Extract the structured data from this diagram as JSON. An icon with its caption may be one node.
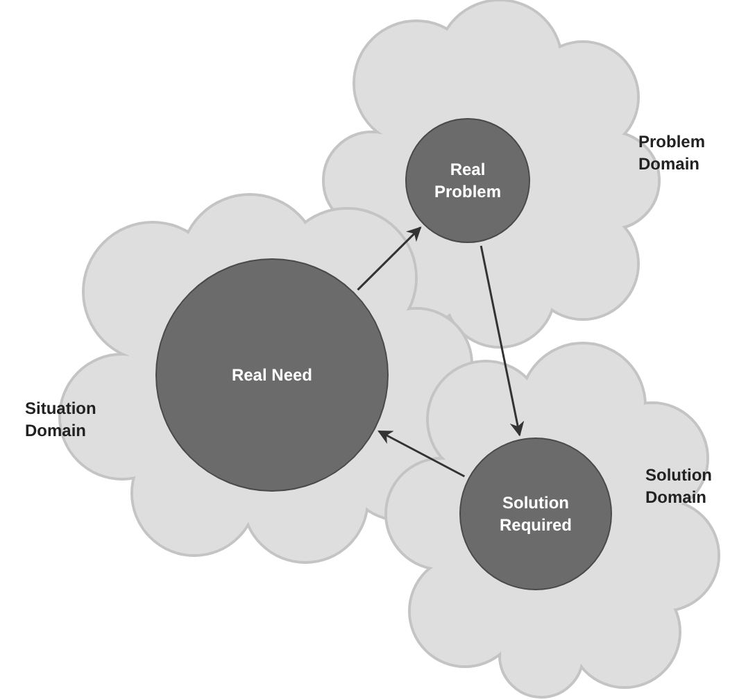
{
  "diagram": {
    "nodes": [
      {
        "text": [
          "Problem Domain"
        ]
      },
      {
        "text": [
          "Real Problem"
        ],
        "in": 0
      },
      {
        "text": [
          "Situation Domain"
        ]
      },
      {
        "text": [
          "Real Need"
        ],
        "in": 2
      },
      {
        "text": [
          "Solution Domain"
        ]
      },
      {
        "text": [
          "Solution Required"
        ],
        "in": 4
      }
    ],
    "edges": [
      {
        "from": 3,
        "to": 1,
        "arrow": "to"
      },
      {
        "from": 1,
        "to": 5,
        "arrow": "to"
      },
      {
        "from": 5,
        "to": 3,
        "arrow": "to"
      }
    ]
  }
}
